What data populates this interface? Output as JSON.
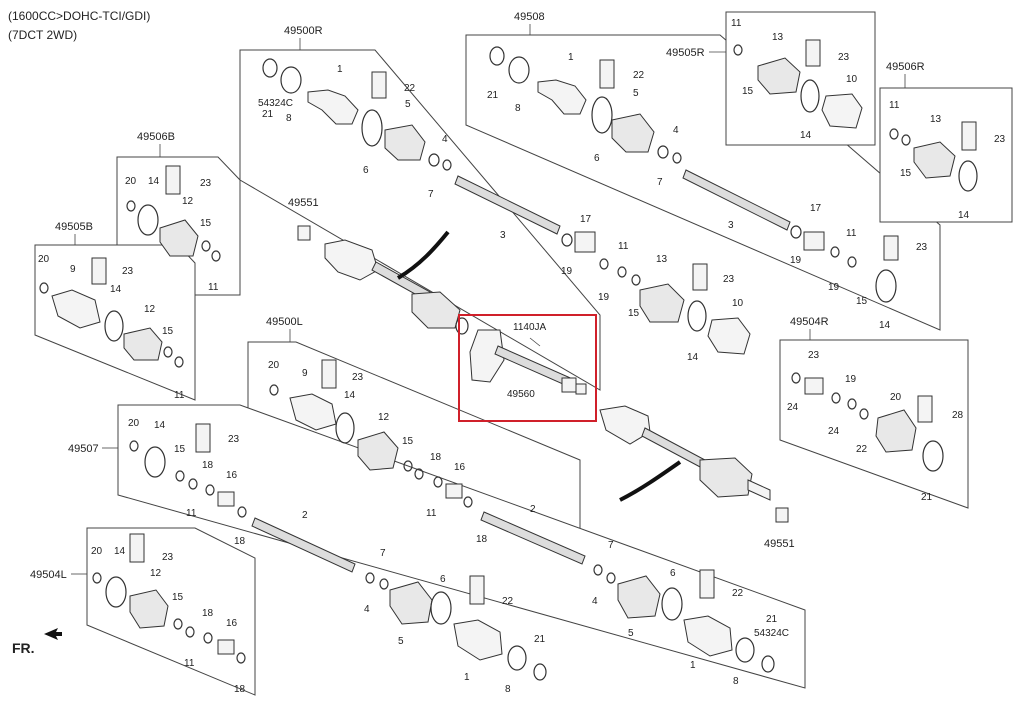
{
  "header": {
    "engine": "(1600CC>DOHC-TCI/GDI)",
    "transmission": "(7DCT 2WD)"
  },
  "direction_label": "FR.",
  "colors": {
    "highlight": "#d0202a",
    "line": "#444444"
  },
  "groups": {
    "g49500R": "49500R",
    "g49508": "49508",
    "g49505R": "49505R",
    "g49506R": "49506R",
    "g49506B": "49506B",
    "g49505B": "49505B",
    "g49551a": "49551",
    "g49551b": "49551",
    "g49500L": "49500L",
    "g49504R": "49504R",
    "g49507": "49507",
    "g49504L": "49504L",
    "g1140JA": "1140JA",
    "g49560": "49560"
  },
  "callouts": {
    "p54324C": "54324C",
    "n1": "1",
    "n2": "2",
    "n3": "3",
    "n4": "4",
    "n5": "5",
    "n6": "6",
    "n7": "7",
    "n8": "8",
    "n9": "9",
    "n10": "10",
    "n11": "11",
    "n12": "12",
    "n13": "13",
    "n14": "14",
    "n15": "15",
    "n16": "16",
    "n17": "17",
    "n18": "18",
    "n19": "19",
    "n20": "20",
    "n21": "21",
    "n22": "22",
    "n23": "23",
    "n24": "24",
    "n28": "28"
  }
}
